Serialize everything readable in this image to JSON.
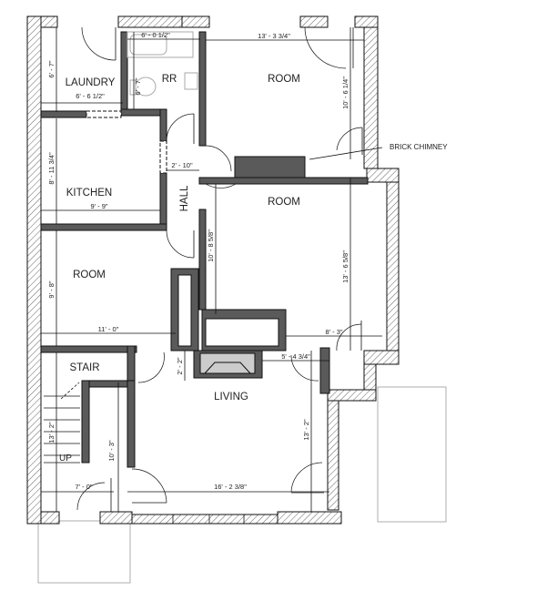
{
  "rooms": {
    "laundry": "LAUNDRY",
    "rr": "RR",
    "room_ne": "ROOM",
    "kitchen": "KITCHEN",
    "hall": "HALL",
    "room_e": "ROOM",
    "room_w": "ROOM",
    "stair": "STAIR",
    "living": "LIVING",
    "up": "UP"
  },
  "annotations": {
    "brick_chimney": "BRICK CHIMNEY"
  },
  "dimensions": {
    "laundry_h": "6' - 7\"",
    "laundry_w": "6' - 6 1/2\"",
    "rr_w": "6' - 0 1/2\"",
    "rr_h": "6' - 7\"",
    "room_ne_w": "13' - 3 3/4\"",
    "room_ne_h": "10' - 6 1/4\"",
    "kitchen_h": "8' - 11 3/4\"",
    "kitchen_w": "9' - 9\"",
    "hall_w": "2' - 10\"",
    "room_e_h1": "10' - 8 5/8\"",
    "room_e_h2": "13' - 6 5/8\"",
    "room_e_w": "8' - 3\"",
    "room_w_h": "9' - 8\"",
    "room_w_w": "11' - 0\"",
    "fireplace_d": "2' - 2\"",
    "fireplace_w": "5' - 4 3/4\"",
    "stair_h": "13' - 2\"",
    "closet_h": "10' - 3\"",
    "living_h": "13' - 2\"",
    "entry_w": "7' - 0\"",
    "living_w": "16' - 2 3/8\""
  }
}
